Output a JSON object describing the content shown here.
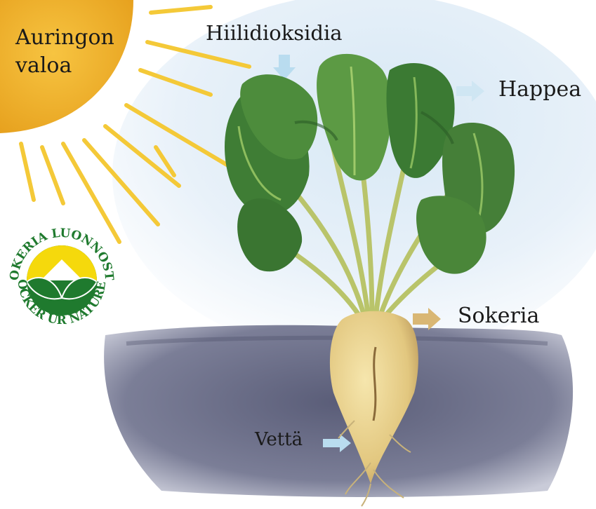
{
  "labels": {
    "sunlight": "Auringon valoa",
    "carbon_dioxide": "Hiilidioksidia",
    "oxygen": "Happea",
    "sugar": "Sokeria",
    "water": "Vettä"
  },
  "logo": {
    "top_text": "SOKERIA LUONNOSTA",
    "bottom_text": "SOCKER UR NATUREN"
  },
  "colors": {
    "sun": "#f0b22a",
    "sun_rays": "#f4c938",
    "leaf_dark": "#2f6a2c",
    "leaf_light": "#6fa84a",
    "beet_root": "#ead48e",
    "soil": "#6c6f8a",
    "sky": "#d7e8f5",
    "arrow_blue": "#b9dcef",
    "arrow_tan": "#d9b774",
    "logo_green": "#1f7a2e",
    "logo_yellow": "#f5d90c"
  }
}
